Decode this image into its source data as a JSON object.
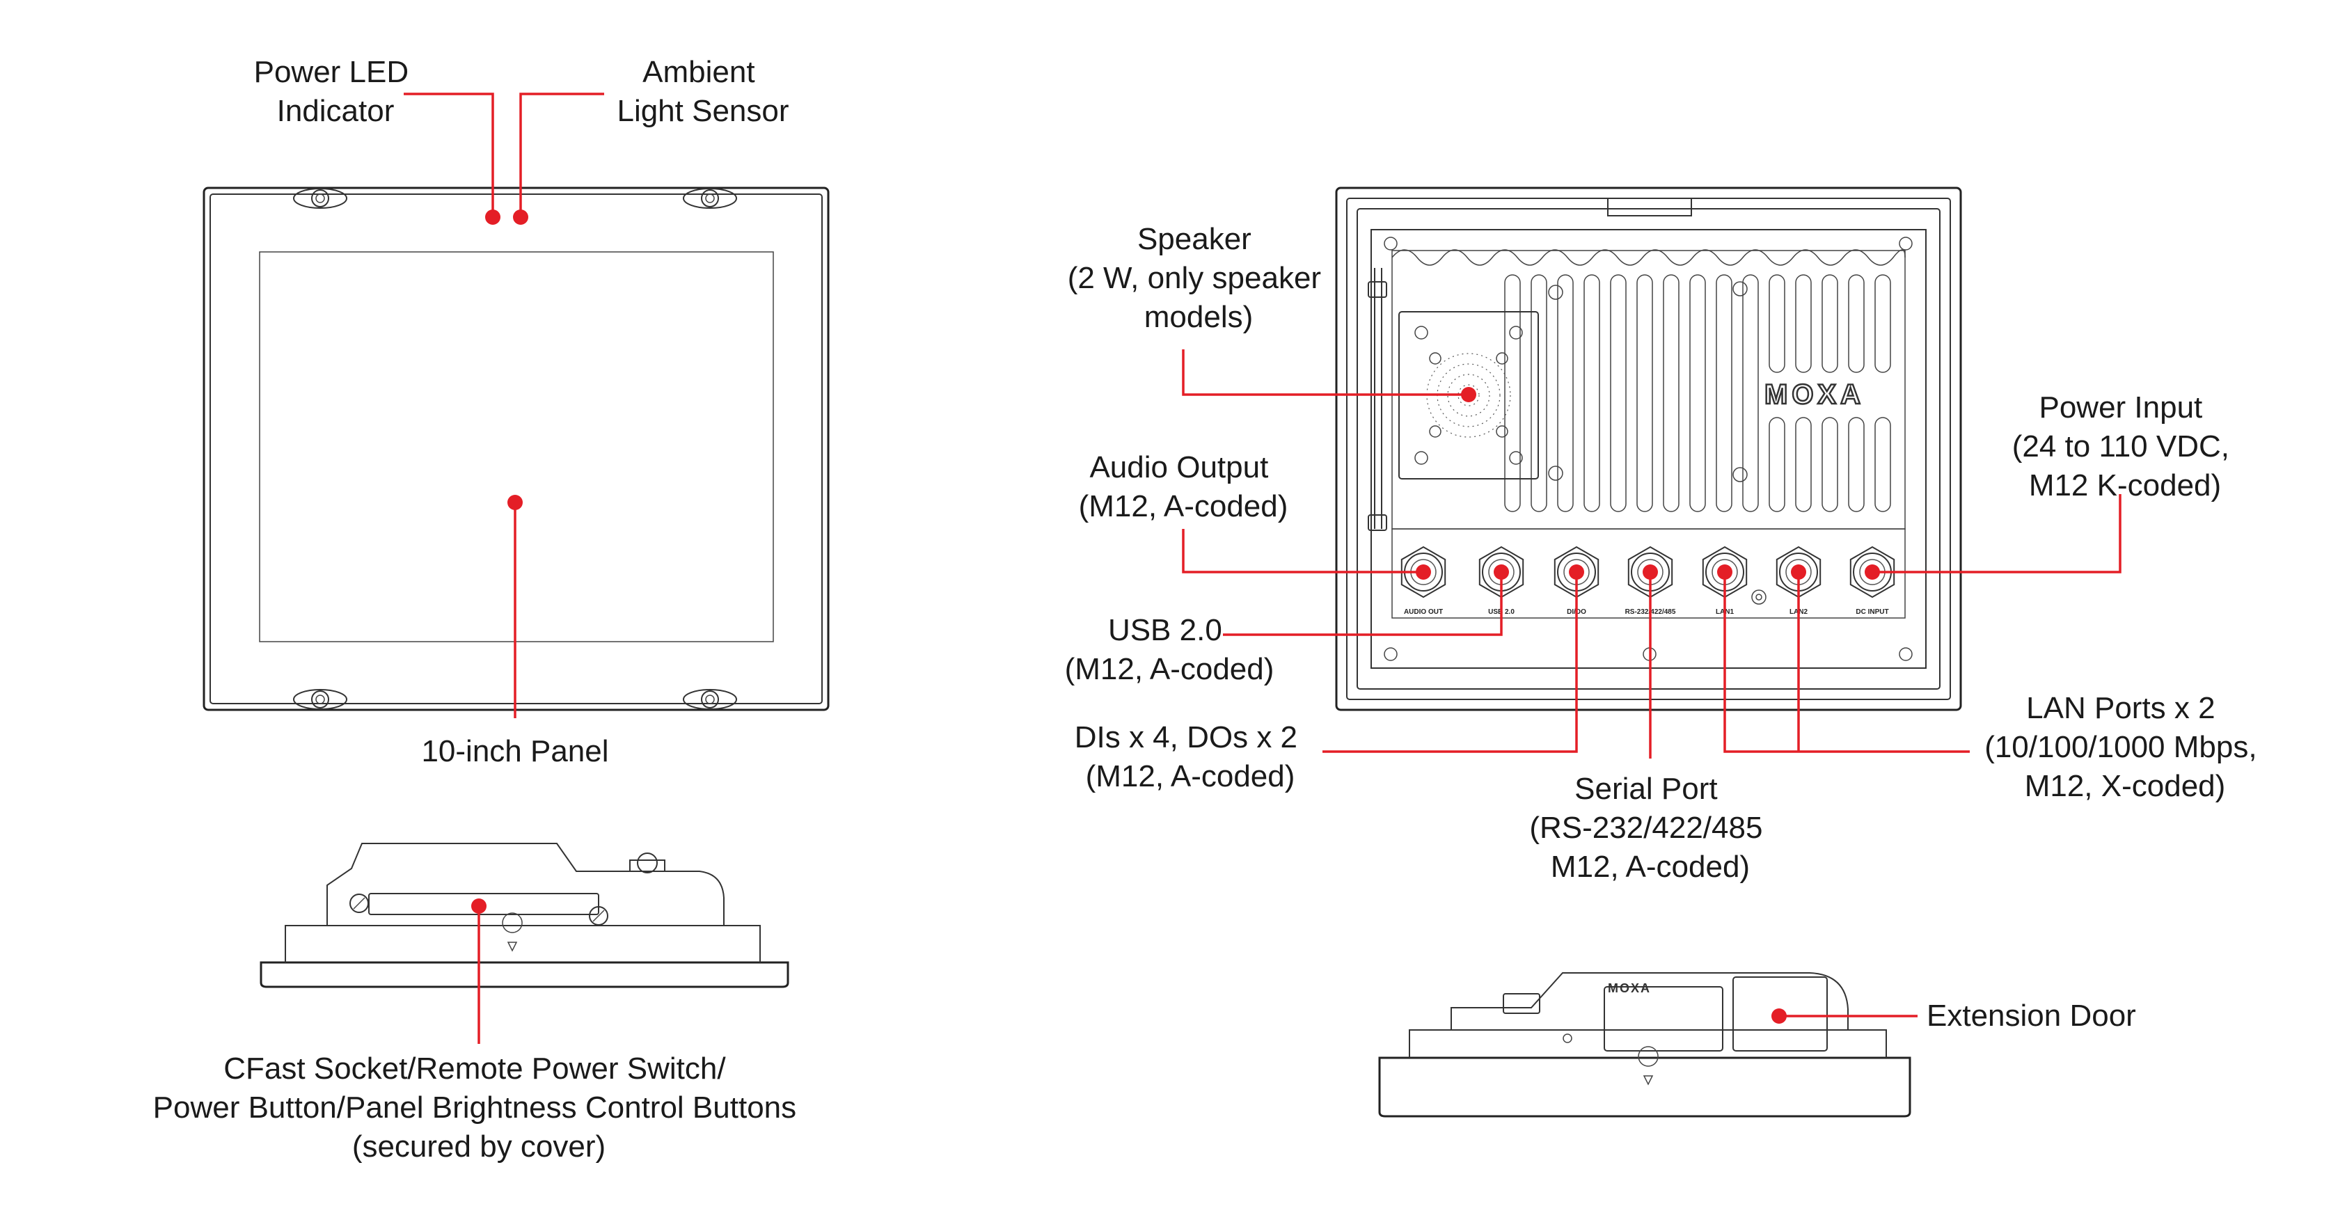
{
  "callouts": {
    "power_led": [
      "Power LED",
      "Indicator"
    ],
    "ambient_light": [
      "Ambient",
      "Light Sensor"
    ],
    "panel": [
      "10-inch Panel"
    ],
    "cfast": [
      "CFast Socket/Remote Power Switch/",
      "Power Button/Panel Brightness Control Buttons",
      "(secured by cover)"
    ],
    "speaker": [
      "Speaker",
      "(2 W, only speaker",
      "models)"
    ],
    "audio_output": [
      "Audio Output",
      "(M12, A-coded)"
    ],
    "usb": [
      "USB 2.0",
      "(M12, A-coded)"
    ],
    "dio": [
      "DIs x 4, DOs x 2",
      "(M12, A-coded)"
    ],
    "serial": [
      "Serial Port",
      "(RS-232/422/485",
      "M12, A-coded)"
    ],
    "lan": [
      "LAN Ports x 2",
      "(10/100/1000 Mbps,",
      "M12, X-coded)"
    ],
    "power_input": [
      "Power Input",
      "(24 to 110 VDC,",
      " M12 K-coded)"
    ],
    "extension_door": [
      "Extension Door"
    ]
  },
  "device": {
    "brand": "MOXA",
    "port_labels": [
      "AUDIO OUT",
      "USB 2.0",
      "DI/DO",
      "RS-232/422/485",
      "LAN1",
      "LAN2",
      "DC INPUT"
    ]
  },
  "colors": {
    "accent": "#e41e26",
    "line": "#222222"
  }
}
